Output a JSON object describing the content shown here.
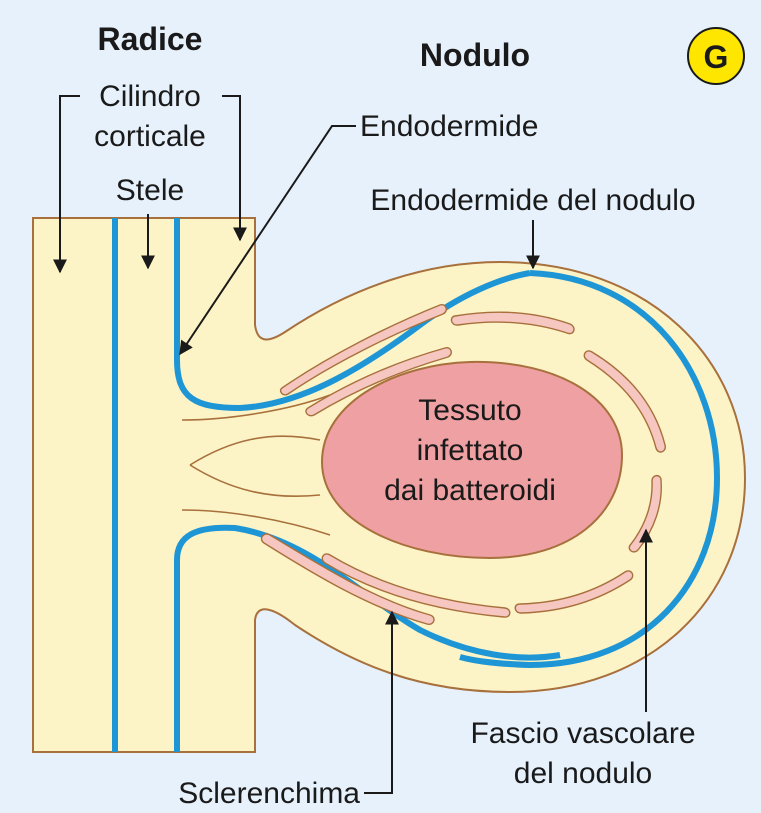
{
  "figure": {
    "badge": "G",
    "headings": {
      "root": "Radice",
      "nodule": "Nodulo"
    },
    "labels": {
      "cortex_line1": "Cilindro",
      "cortex_line2": "corticale",
      "stele": "Stele",
      "endodermis": "Endodermide",
      "nodule_endodermis": "Endodermide del nodulo",
      "infected_line1": "Tessuto",
      "infected_line2": "infettato",
      "infected_line3": "dai batteroidi",
      "vascular_line1": "Fascio vascolare",
      "vascular_line2": "del nodulo",
      "sclerenchyma": "Sclerenchima"
    },
    "colors": {
      "background": "#e6f1fb",
      "tissue_fill": "#fcf3c6",
      "tissue_outline": "#a8703c",
      "endodermis_blue": "#1e96d6",
      "infected_fill": "#eea0a2",
      "vascular_fill": "#f6c6c0",
      "badge_fill": "#ffe600"
    }
  }
}
